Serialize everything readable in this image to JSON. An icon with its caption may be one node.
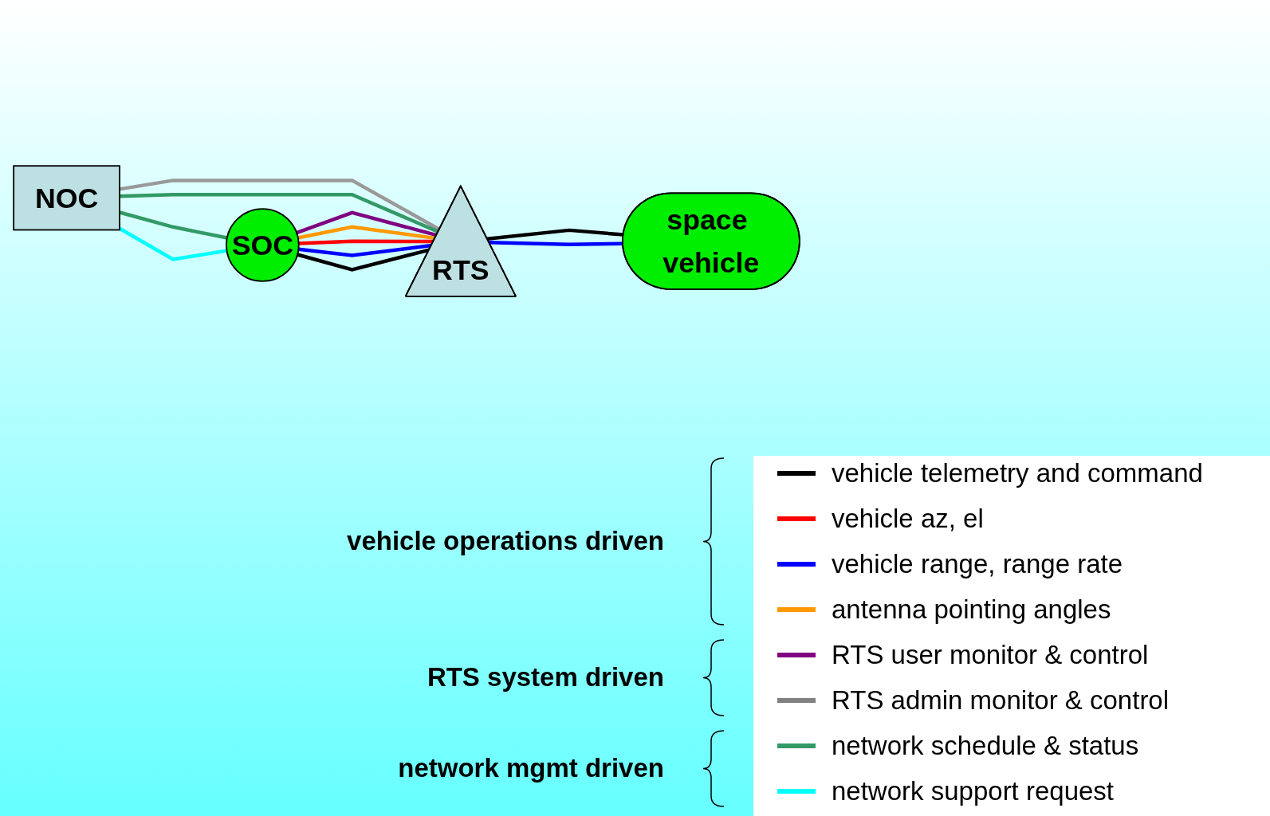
{
  "diagram": {
    "nodes": [
      {
        "text": [
          "NOC"
        ]
      },
      {
        "text": [
          "RTS"
        ]
      },
      {
        "text": [
          "space vehicle"
        ]
      },
      {
        "text": [
          "SOC"
        ]
      }
    ],
    "edges": [
      {
        "from": 0,
        "to": 1,
        "arrow": "none",
        "color": "#999999"
      },
      {
        "from": 0,
        "to": 1,
        "arrow": "none",
        "color": "#339966"
      },
      {
        "from": 0,
        "to": 3,
        "arrow": "none",
        "color": "#339966"
      },
      {
        "from": 0,
        "to": 3,
        "arrow": "none",
        "color": "#00ffff"
      },
      {
        "from": 3,
        "to": 1,
        "arrow": "none",
        "color": "#800080"
      },
      {
        "from": 3,
        "to": 1,
        "arrow": "none",
        "color": "#ff9900"
      },
      {
        "from": 3,
        "to": 1,
        "arrow": "none",
        "color": "#ff0000"
      },
      {
        "from": 3,
        "to": 1,
        "arrow": "none",
        "color": "#0000ff"
      },
      {
        "from": 3,
        "to": 1,
        "arrow": "none",
        "color": "#000000"
      },
      {
        "from": 1,
        "to": 2,
        "arrow": "none",
        "color": "#000000"
      },
      {
        "from": 1,
        "to": 2,
        "arrow": "none",
        "color": "#0000ff"
      }
    ],
    "labels": [
      "vehicle operations driven",
      "RTS system driven",
      "network mgmt driven"
    ],
    "legend": [
      {
        "text": "vehicle telemetry and command",
        "color": "#000000"
      },
      {
        "text": "vehicle az, el",
        "color": "#ff0000"
      },
      {
        "text": "vehicle range, range rate",
        "color": "#0000ff"
      },
      {
        "text": "antenna pointing angles",
        "color": "#ff9900"
      },
      {
        "text": "RTS user monitor & control",
        "color": "#800080"
      },
      {
        "text": "RTS admin monitor & control",
        "color": "#808080"
      },
      {
        "text": "network schedule & status",
        "color": "#339966"
      },
      {
        "text": "network support request",
        "color": "#00ffff"
      }
    ]
  }
}
